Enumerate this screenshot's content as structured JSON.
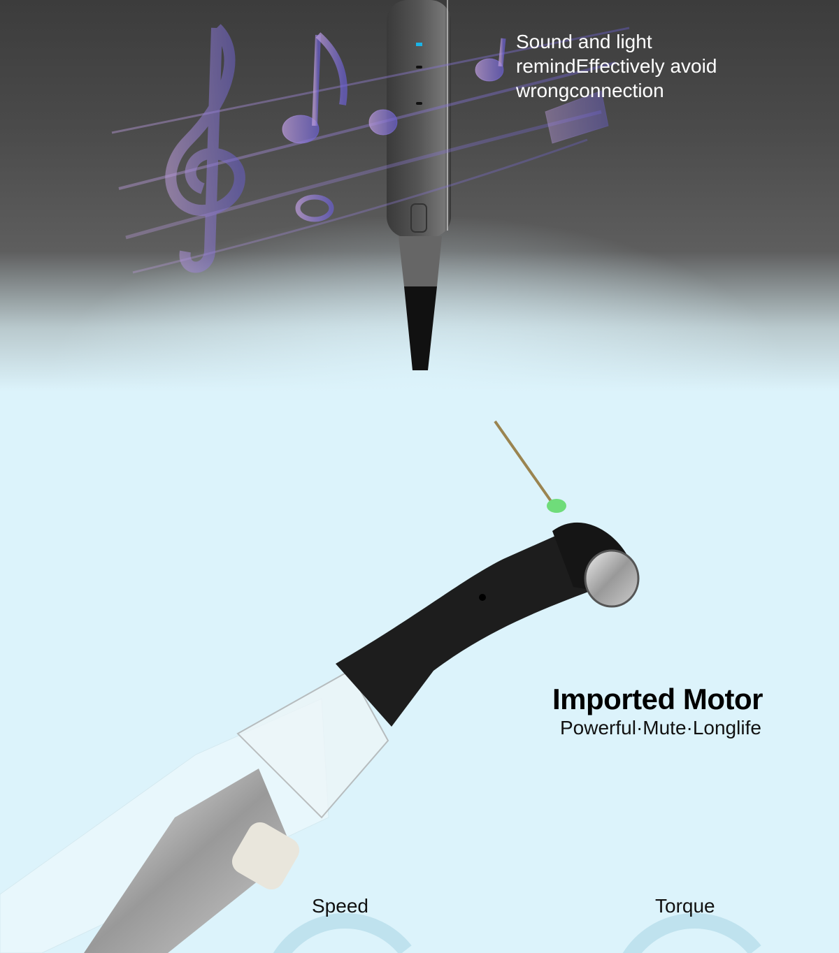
{
  "top_section": {
    "caption_line1": "Sound and light",
    "caption_line2": "remindEffectively avoid",
    "caption_line3": "wrongconnection",
    "indicator_color": "#1ab4e8"
  },
  "motor_section": {
    "title": "Imported Motor",
    "subtitle": "Powerful·Mute·Longlife"
  },
  "gauges": [
    {
      "label": "Speed"
    },
    {
      "label": "Torque"
    }
  ],
  "colors": {
    "background": "#dcf3fb",
    "gauge_arc": "#bfe2ee"
  }
}
